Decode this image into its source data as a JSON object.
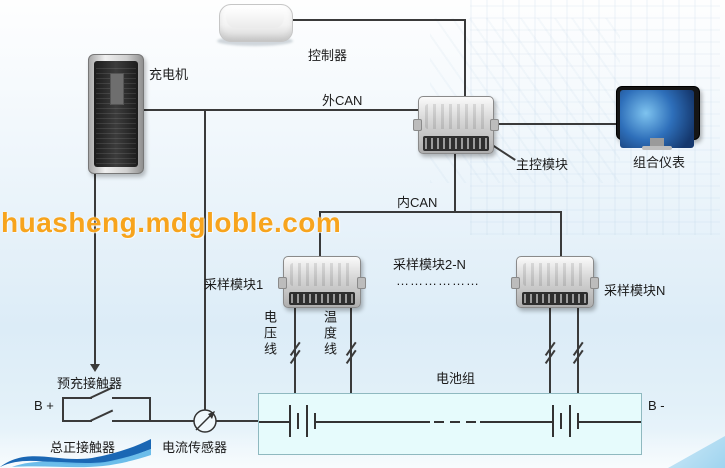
{
  "watermark": {
    "text": "huasheng.mdgloble.com",
    "color": "#f7a41d"
  },
  "nodes": {
    "controller": "控制器",
    "charger": "充电机",
    "main_control_module": "主控模块",
    "instrument_cluster": "组合仪表",
    "sampling_module_1": "采样模块1",
    "sampling_module_2n": "采样模块2-N",
    "sampling_module_2n_dots": "………………",
    "sampling_module_n": "采样模块N",
    "battery_pack": "电池组"
  },
  "buses": {
    "external_can": "外CAN",
    "internal_can": "内CAN"
  },
  "wires": {
    "voltage_line": "电压线",
    "temperature_line": "温度线"
  },
  "terminals": {
    "b_plus": "B +",
    "b_minus": "B -"
  },
  "components": {
    "precharge_contactor": "预充接触器",
    "main_positive_contactor": "总正接触器",
    "current_sensor": "电流传感器"
  },
  "colors": {
    "wire": "#3a3a3a",
    "battery_fill": "#e6fbfc",
    "battery_border": "#8fb9c0",
    "watermark_orange": "#f7a41d",
    "swoosh_dark_blue": "#1a67b4",
    "swoosh_light_blue": "#64b9e9"
  }
}
